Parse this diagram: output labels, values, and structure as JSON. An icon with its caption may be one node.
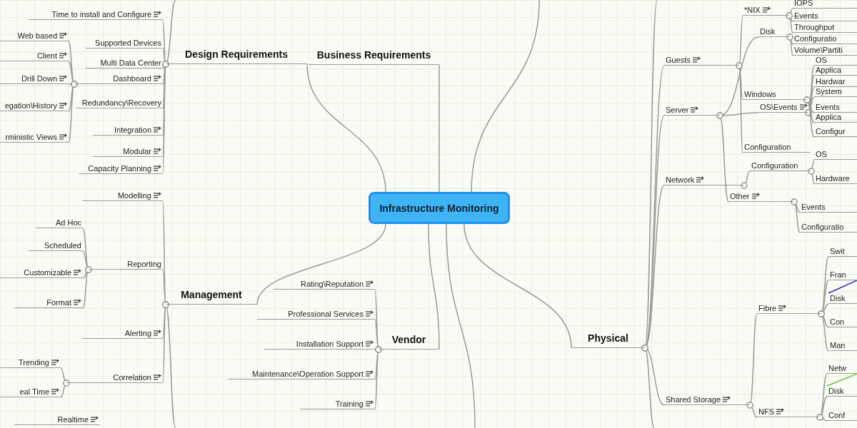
{
  "diagram": {
    "nodes": [
      {
        "text": [
          "Infrastructure Monitoring"
        ]
      },
      {
        "text": [
          "Design Requirements"
        ]
      },
      {
        "text": [
          "Business Requirements"
        ]
      },
      {
        "text": [
          "Management"
        ]
      },
      {
        "text": [
          "Vendor"
        ]
      },
      {
        "text": [
          "Physical"
        ]
      },
      {
        "text": [
          "Time to install and Configure"
        ]
      },
      {
        "text": [
          "Supported Devices"
        ]
      },
      {
        "text": [
          "Multi Data Center"
        ]
      },
      {
        "text": [
          "Dashboard"
        ]
      },
      {
        "text": [
          "Redundancy\\Recovery"
        ]
      },
      {
        "text": [
          "Integration"
        ]
      },
      {
        "text": [
          "Modular"
        ]
      },
      {
        "text": [
          "Capacity Planning"
        ]
      },
      {
        "text": [
          "Web based"
        ]
      },
      {
        "text": [
          "Client"
        ]
      },
      {
        "text": [
          "Drill Down"
        ]
      },
      {
        "text": [
          "egation\\History"
        ]
      },
      {
        "text": [
          "rministic Views"
        ]
      },
      {
        "text": [
          "Modelling"
        ]
      },
      {
        "text": [
          "Reporting"
        ]
      },
      {
        "text": [
          "Ad Hoc"
        ]
      },
      {
        "text": [
          "Scheduled"
        ]
      },
      {
        "text": [
          "Customizable"
        ]
      },
      {
        "text": [
          "Format"
        ]
      },
      {
        "text": [
          "Alerting"
        ]
      },
      {
        "text": [
          "Correlation"
        ]
      },
      {
        "text": [
          "Trending"
        ]
      },
      {
        "text": [
          "eal Time"
        ]
      },
      {
        "text": [
          "Realtime"
        ]
      },
      {
        "text": [
          "Rating\\Reputation"
        ]
      },
      {
        "text": [
          "Professional Services"
        ]
      },
      {
        "text": [
          "Installation Support"
        ]
      },
      {
        "text": [
          "Maintenance\\Operation Support"
        ]
      },
      {
        "text": [
          "Training"
        ]
      },
      {
        "text": [
          "Guests"
        ]
      },
      {
        "text": [
          "Server"
        ]
      },
      {
        "text": [
          "Network"
        ]
      },
      {
        "text": [
          "Shared Storage"
        ]
      },
      {
        "text": [
          "*NIX"
        ]
      },
      {
        "text": [
          "Windows"
        ]
      },
      {
        "text": [
          "Configuration"
        ]
      },
      {
        "text": [
          "Disk"
        ]
      },
      {
        "text": [
          "OS\\Events"
        ]
      },
      {
        "text": [
          "Other"
        ]
      },
      {
        "text": [
          "IOPS"
        ]
      },
      {
        "text": [
          "Events"
        ]
      },
      {
        "text": [
          "Throughput"
        ]
      },
      {
        "text": [
          "Configuratio"
        ]
      },
      {
        "text": [
          "Volume\\Partiti"
        ]
      },
      {
        "text": [
          "OS"
        ]
      },
      {
        "text": [
          "Applica"
        ]
      },
      {
        "text": [
          "Hardwar"
        ]
      },
      {
        "text": [
          "System"
        ]
      },
      {
        "text": [
          "Events"
        ]
      },
      {
        "text": [
          "Applica"
        ]
      },
      {
        "text": [
          "Configur"
        ]
      },
      {
        "text": [
          "Configuration"
        ]
      },
      {
        "text": [
          "OS"
        ]
      },
      {
        "text": [
          "Hardware"
        ]
      },
      {
        "text": [
          "Events"
        ]
      },
      {
        "text": [
          "Configuratio"
        ]
      },
      {
        "text": [
          "Fibre"
        ]
      },
      {
        "text": [
          "NFS"
        ]
      },
      {
        "text": [
          "Swit"
        ]
      },
      {
        "text": [
          "Fran"
        ]
      },
      {
        "text": [
          "Disk"
        ]
      },
      {
        "text": [
          "Con"
        ]
      },
      {
        "text": [
          "Man"
        ]
      },
      {
        "text": [
          "Netw"
        ]
      },
      {
        "text": [
          "Disk"
        ]
      },
      {
        "text": [
          "Conf"
        ]
      }
    ],
    "edges": [
      {
        "from": 0,
        "to": 1,
        "arrow": "none"
      },
      {
        "from": 0,
        "to": 2,
        "arrow": "none"
      },
      {
        "from": 0,
        "to": 3,
        "arrow": "none"
      },
      {
        "from": 0,
        "to": 4,
        "arrow": "none"
      },
      {
        "from": 0,
        "to": 5,
        "arrow": "none"
      },
      {
        "from": 1,
        "to": 6,
        "arrow": "other"
      },
      {
        "from": 1,
        "to": 7,
        "arrow": "other"
      },
      {
        "from": 1,
        "to": 8,
        "arrow": "other"
      },
      {
        "from": 1,
        "to": 9,
        "arrow": "other"
      },
      {
        "from": 1,
        "to": 10,
        "arrow": "other"
      },
      {
        "from": 1,
        "to": 11,
        "arrow": "other"
      },
      {
        "from": 1,
        "to": 12,
        "arrow": "other"
      },
      {
        "from": 1,
        "to": 13,
        "arrow": "other"
      },
      {
        "from": 9,
        "to": 14,
        "arrow": "other"
      },
      {
        "from": 9,
        "to": 15,
        "arrow": "other"
      },
      {
        "from": 9,
        "to": 16,
        "arrow": "other"
      },
      {
        "from": 9,
        "to": 17,
        "arrow": "other"
      },
      {
        "from": 9,
        "to": 18,
        "arrow": "other"
      },
      {
        "from": 3,
        "to": 19,
        "arrow": "other"
      },
      {
        "from": 3,
        "to": 20,
        "arrow": "other"
      },
      {
        "from": 3,
        "to": 25,
        "arrow": "other"
      },
      {
        "from": 3,
        "to": 26,
        "arrow": "other"
      },
      {
        "from": 20,
        "to": 21,
        "arrow": "other"
      },
      {
        "from": 20,
        "to": 22,
        "arrow": "other"
      },
      {
        "from": 20,
        "to": 23,
        "arrow": "other"
      },
      {
        "from": 20,
        "to": 24,
        "arrow": "other"
      },
      {
        "from": 26,
        "to": 27,
        "arrow": "other"
      },
      {
        "from": 26,
        "to": 28,
        "arrow": "other"
      },
      {
        "from": 4,
        "to": 30,
        "arrow": "other"
      },
      {
        "from": 4,
        "to": 31,
        "arrow": "other"
      },
      {
        "from": 4,
        "to": 32,
        "arrow": "other"
      },
      {
        "from": 4,
        "to": 33,
        "arrow": "other"
      },
      {
        "from": 4,
        "to": 34,
        "arrow": "other"
      },
      {
        "from": 5,
        "to": 35,
        "arrow": "other"
      },
      {
        "from": 5,
        "to": 36,
        "arrow": "other"
      },
      {
        "from": 5,
        "to": 37,
        "arrow": "other"
      },
      {
        "from": 5,
        "to": 38,
        "arrow": "other"
      },
      {
        "from": 35,
        "to": 39,
        "arrow": "other"
      },
      {
        "from": 35,
        "to": 40,
        "arrow": "other"
      },
      {
        "from": 35,
        "to": 41,
        "arrow": "other"
      },
      {
        "from": 36,
        "to": 42,
        "arrow": "other"
      },
      {
        "from": 36,
        "to": 43,
        "arrow": "other"
      },
      {
        "from": 36,
        "to": 44,
        "arrow": "other"
      },
      {
        "from": 39,
        "to": 45,
        "arrow": "other"
      },
      {
        "from": 39,
        "to": 46,
        "arrow": "other"
      },
      {
        "from": 39,
        "to": 47,
        "arrow": "other"
      },
      {
        "from": 42,
        "to": 48,
        "arrow": "other"
      },
      {
        "from": 42,
        "to": 49,
        "arrow": "other"
      },
      {
        "from": 43,
        "to": 50,
        "arrow": "other"
      },
      {
        "from": 43,
        "to": 51,
        "arrow": "other"
      },
      {
        "from": 43,
        "to": 52,
        "arrow": "other"
      },
      {
        "from": 43,
        "to": 53,
        "arrow": "other"
      },
      {
        "from": 40,
        "to": 54,
        "arrow": "other"
      },
      {
        "from": 40,
        "to": 55,
        "arrow": "other"
      },
      {
        "from": 40,
        "to": 56,
        "arrow": "other"
      },
      {
        "from": 37,
        "to": 57,
        "arrow": "other"
      },
      {
        "from": 57,
        "to": 58,
        "arrow": "other"
      },
      {
        "from": 57,
        "to": 59,
        "arrow": "other"
      },
      {
        "from": 44,
        "to": 60,
        "arrow": "other"
      },
      {
        "from": 44,
        "to": 61,
        "arrow": "other"
      },
      {
        "from": 38,
        "to": 62,
        "arrow": "other"
      },
      {
        "from": 38,
        "to": 63,
        "arrow": "other"
      },
      {
        "from": 62,
        "to": 64,
        "arrow": "other"
      },
      {
        "from": 62,
        "to": 65,
        "arrow": "other"
      },
      {
        "from": 62,
        "to": 66,
        "arrow": "other"
      },
      {
        "from": 62,
        "to": 67,
        "arrow": "other"
      },
      {
        "from": 62,
        "to": 68,
        "arrow": "other"
      },
      {
        "from": 63,
        "to": 69,
        "arrow": "other"
      },
      {
        "from": 63,
        "to": 70,
        "arrow": "other"
      },
      {
        "from": 63,
        "to": 71,
        "arrow": "other"
      },
      {
        "from": 66,
        "to": 65,
        "arrow": "none",
        "color": "#2b2bd0"
      },
      {
        "from": 70,
        "to": 69,
        "arrow": "none",
        "color": "#66cc33"
      },
      {
        "from": 0,
        "to": null,
        "arrow": "none"
      },
      {
        "from": 0,
        "to": null,
        "arrow": "none"
      },
      {
        "from": 1,
        "to": null,
        "arrow": "other"
      },
      {
        "from": 3,
        "to": null,
        "arrow": "other"
      },
      {
        "from": 5,
        "to": null,
        "arrow": "other"
      },
      {
        "from": 5,
        "to": null,
        "arrow": "other"
      }
    ]
  }
}
